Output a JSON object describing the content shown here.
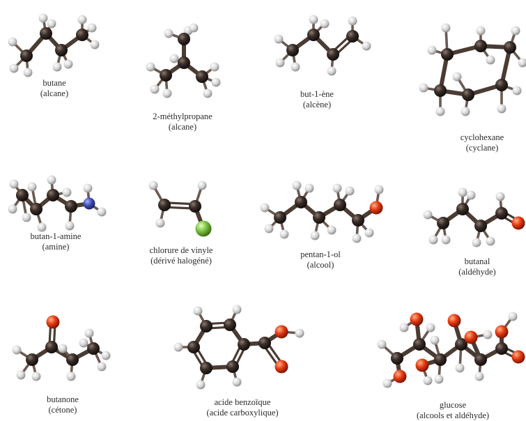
{
  "molecules": [
    {
      "name": "butane",
      "family": "(alcane)"
    },
    {
      "name": "2-méthylpropane",
      "family": "(alcane)"
    },
    {
      "name": "but-1-ène",
      "family": "(alcène)"
    },
    {
      "name": "cyclohexane",
      "family": "(cyclane)"
    },
    {
      "name": "butan-1-amine",
      "family": "(amine)"
    },
    {
      "name": "chlorure de vinyle",
      "family": "(dérivé halogéné)"
    },
    {
      "name": "pentan-1-ol",
      "family": "(alcool)"
    },
    {
      "name": "butanal",
      "family": "(aldéhyde)"
    },
    {
      "name": "butanone",
      "family": "(cétone)"
    },
    {
      "name": "acide benzoïque",
      "family": "(acide carboxylique)"
    },
    {
      "name": "glucose",
      "family": "(alcools et aldéhyde)"
    }
  ],
  "atom_colors": {
    "carbon": "#3a2e29",
    "hydrogen": "#dcdcdc",
    "nitrogen": "#3f51b5",
    "oxygen": "#e53a10",
    "chlorine": "#7cc242"
  }
}
